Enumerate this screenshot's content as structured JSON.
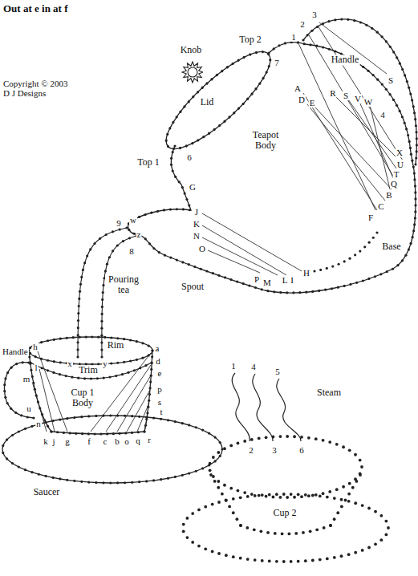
{
  "diagram": {
    "labels": [
      "Out at e in at f",
      "Copyright © 2003 D J Designs",
      "Knob",
      "Top 2",
      "1",
      "2",
      "3",
      "Handle",
      "S",
      "4",
      "A",
      "D",
      "E",
      "R",
      "S",
      "V",
      "W",
      "7",
      "Lid",
      "Teapot Body",
      "6",
      "Top 1",
      "G",
      "X",
      "U",
      "T",
      "Q",
      "B",
      "C",
      "F",
      "9",
      "w",
      "z",
      "8",
      "J",
      "K",
      "N",
      "O",
      "Base",
      "Pouring tea",
      "Spout",
      "P",
      "M",
      "L",
      "I",
      "H",
      "Handle",
      "h",
      "Rim",
      "x",
      "y",
      "a",
      "d",
      "e",
      "l",
      "Trim",
      "m",
      "Cup 1 Body",
      "p",
      "s",
      "t",
      "u",
      "n",
      "k",
      "j",
      "g",
      "f",
      "c",
      "b",
      "o",
      "q",
      "r",
      "Saucer",
      "1",
      "4",
      "5",
      "Steam",
      "2",
      "3",
      "6",
      "Cup 2"
    ]
  }
}
